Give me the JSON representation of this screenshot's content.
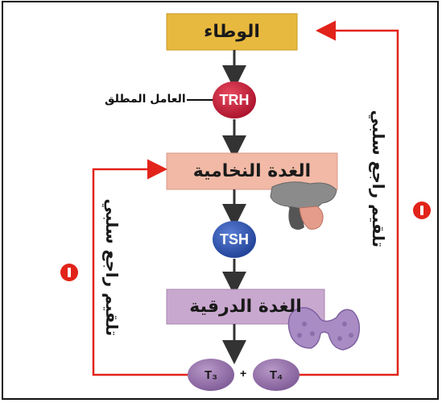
{
  "boxes": {
    "hypothalamus": "الوطاء",
    "pituitary": "الغدة النخامية",
    "thyroid": "الغدة الدرقية"
  },
  "hormones": {
    "trh": "TRH",
    "tsh": "TSH",
    "t3": "T₃",
    "t4": "T₄",
    "plus": "+"
  },
  "trh_note": "العامل المطلق",
  "feedback": {
    "left": "تلقيم راجع سلبي",
    "right": "تلقيم راجع سلبي"
  },
  "colors": {
    "hypothalamus_box": "#e8b93f",
    "pituitary_box": "#f1b9a6",
    "thyroid_box": "#c9a8cf",
    "trh_circle": "#c8203a",
    "tsh_circle": "#2f55b3",
    "t_circle": "#9b76b0",
    "feedback_line": "#e2231a",
    "arrow": "#333333"
  },
  "icons": {
    "pituitary": "pituitary-gland-icon",
    "thyroid": "thyroid-gland-icon",
    "inhibit_left": "minus-sign-icon",
    "inhibit_right": "minus-sign-icon"
  }
}
